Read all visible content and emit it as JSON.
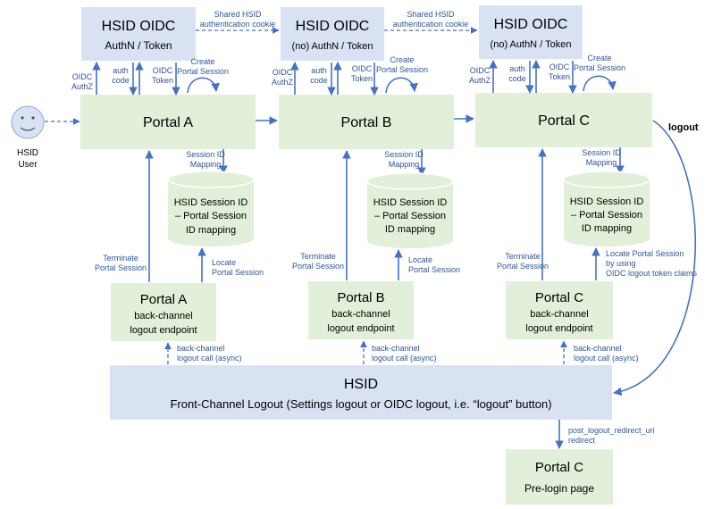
{
  "oidc": [
    {
      "title": "HSID OIDC",
      "sub": "AuthN / Token"
    },
    {
      "title": "HSID OIDC",
      "sub": "(no) AuthN / Token"
    },
    {
      "title": "HSID OIDC",
      "sub": "(no) AuthN / Token"
    }
  ],
  "cookie_label": {
    "line1": "Shared HSID",
    "line2": "authentication cookie"
  },
  "user": {
    "line1": "HSID",
    "line2": "User"
  },
  "portals": [
    "Portal A",
    "Portal B",
    "Portal C"
  ],
  "oidc_links": {
    "authz": {
      "line1": "OIDC",
      "line2": "AuthZ"
    },
    "code": {
      "line1": "auth",
      "line2": "code"
    },
    "token": {
      "line1": "OIDC",
      "line2": "Token"
    },
    "create": {
      "line1": "Create",
      "line2": "Portal Session"
    }
  },
  "session_mapping_label": {
    "line1": "Session ID",
    "line2": "Mapping"
  },
  "db": {
    "line1": "HSID Session ID",
    "line2": "– Portal Session",
    "line3": "ID mapping"
  },
  "terminate_label": {
    "line1": "Terminate",
    "line2": "Portal Session"
  },
  "locate_label": {
    "line1": "Locate",
    "line2": "Portal Session"
  },
  "locate_label_c": {
    "line1": "Locate Portal Session",
    "line2": "by using",
    "line3": "OIDC logout token claims"
  },
  "backchannel": [
    {
      "title": "Portal A",
      "line1": "back-channel",
      "line2": "logout endpoint"
    },
    {
      "title": "Portal B",
      "line1": "back-channel",
      "line2": "logout endpoint"
    },
    {
      "title": "Portal C",
      "line1": "back-channel",
      "line2": "logout endpoint"
    }
  ],
  "bc_call_label": {
    "line1": "back-channel",
    "line2": "logout call (async)"
  },
  "hsid": {
    "title": "HSID",
    "sub": "Front-Channel Logout (Settings logout or OIDC logout, i.e. “logout” button)"
  },
  "logout_label": "logout",
  "redirect_label": {
    "line1": "post_logout_redirect_uri",
    "line2": "redirect"
  },
  "prelogin": {
    "title": "Portal C",
    "sub": "Pre-login page"
  },
  "colors": {
    "oidc_fill": "#d9e2f3",
    "portal_fill": "#e2efd9",
    "hsid_fill": "#d9e2f3",
    "db_fill": "#e2efd9",
    "arrow": "#4472c4",
    "face": "#d9e2f3"
  }
}
